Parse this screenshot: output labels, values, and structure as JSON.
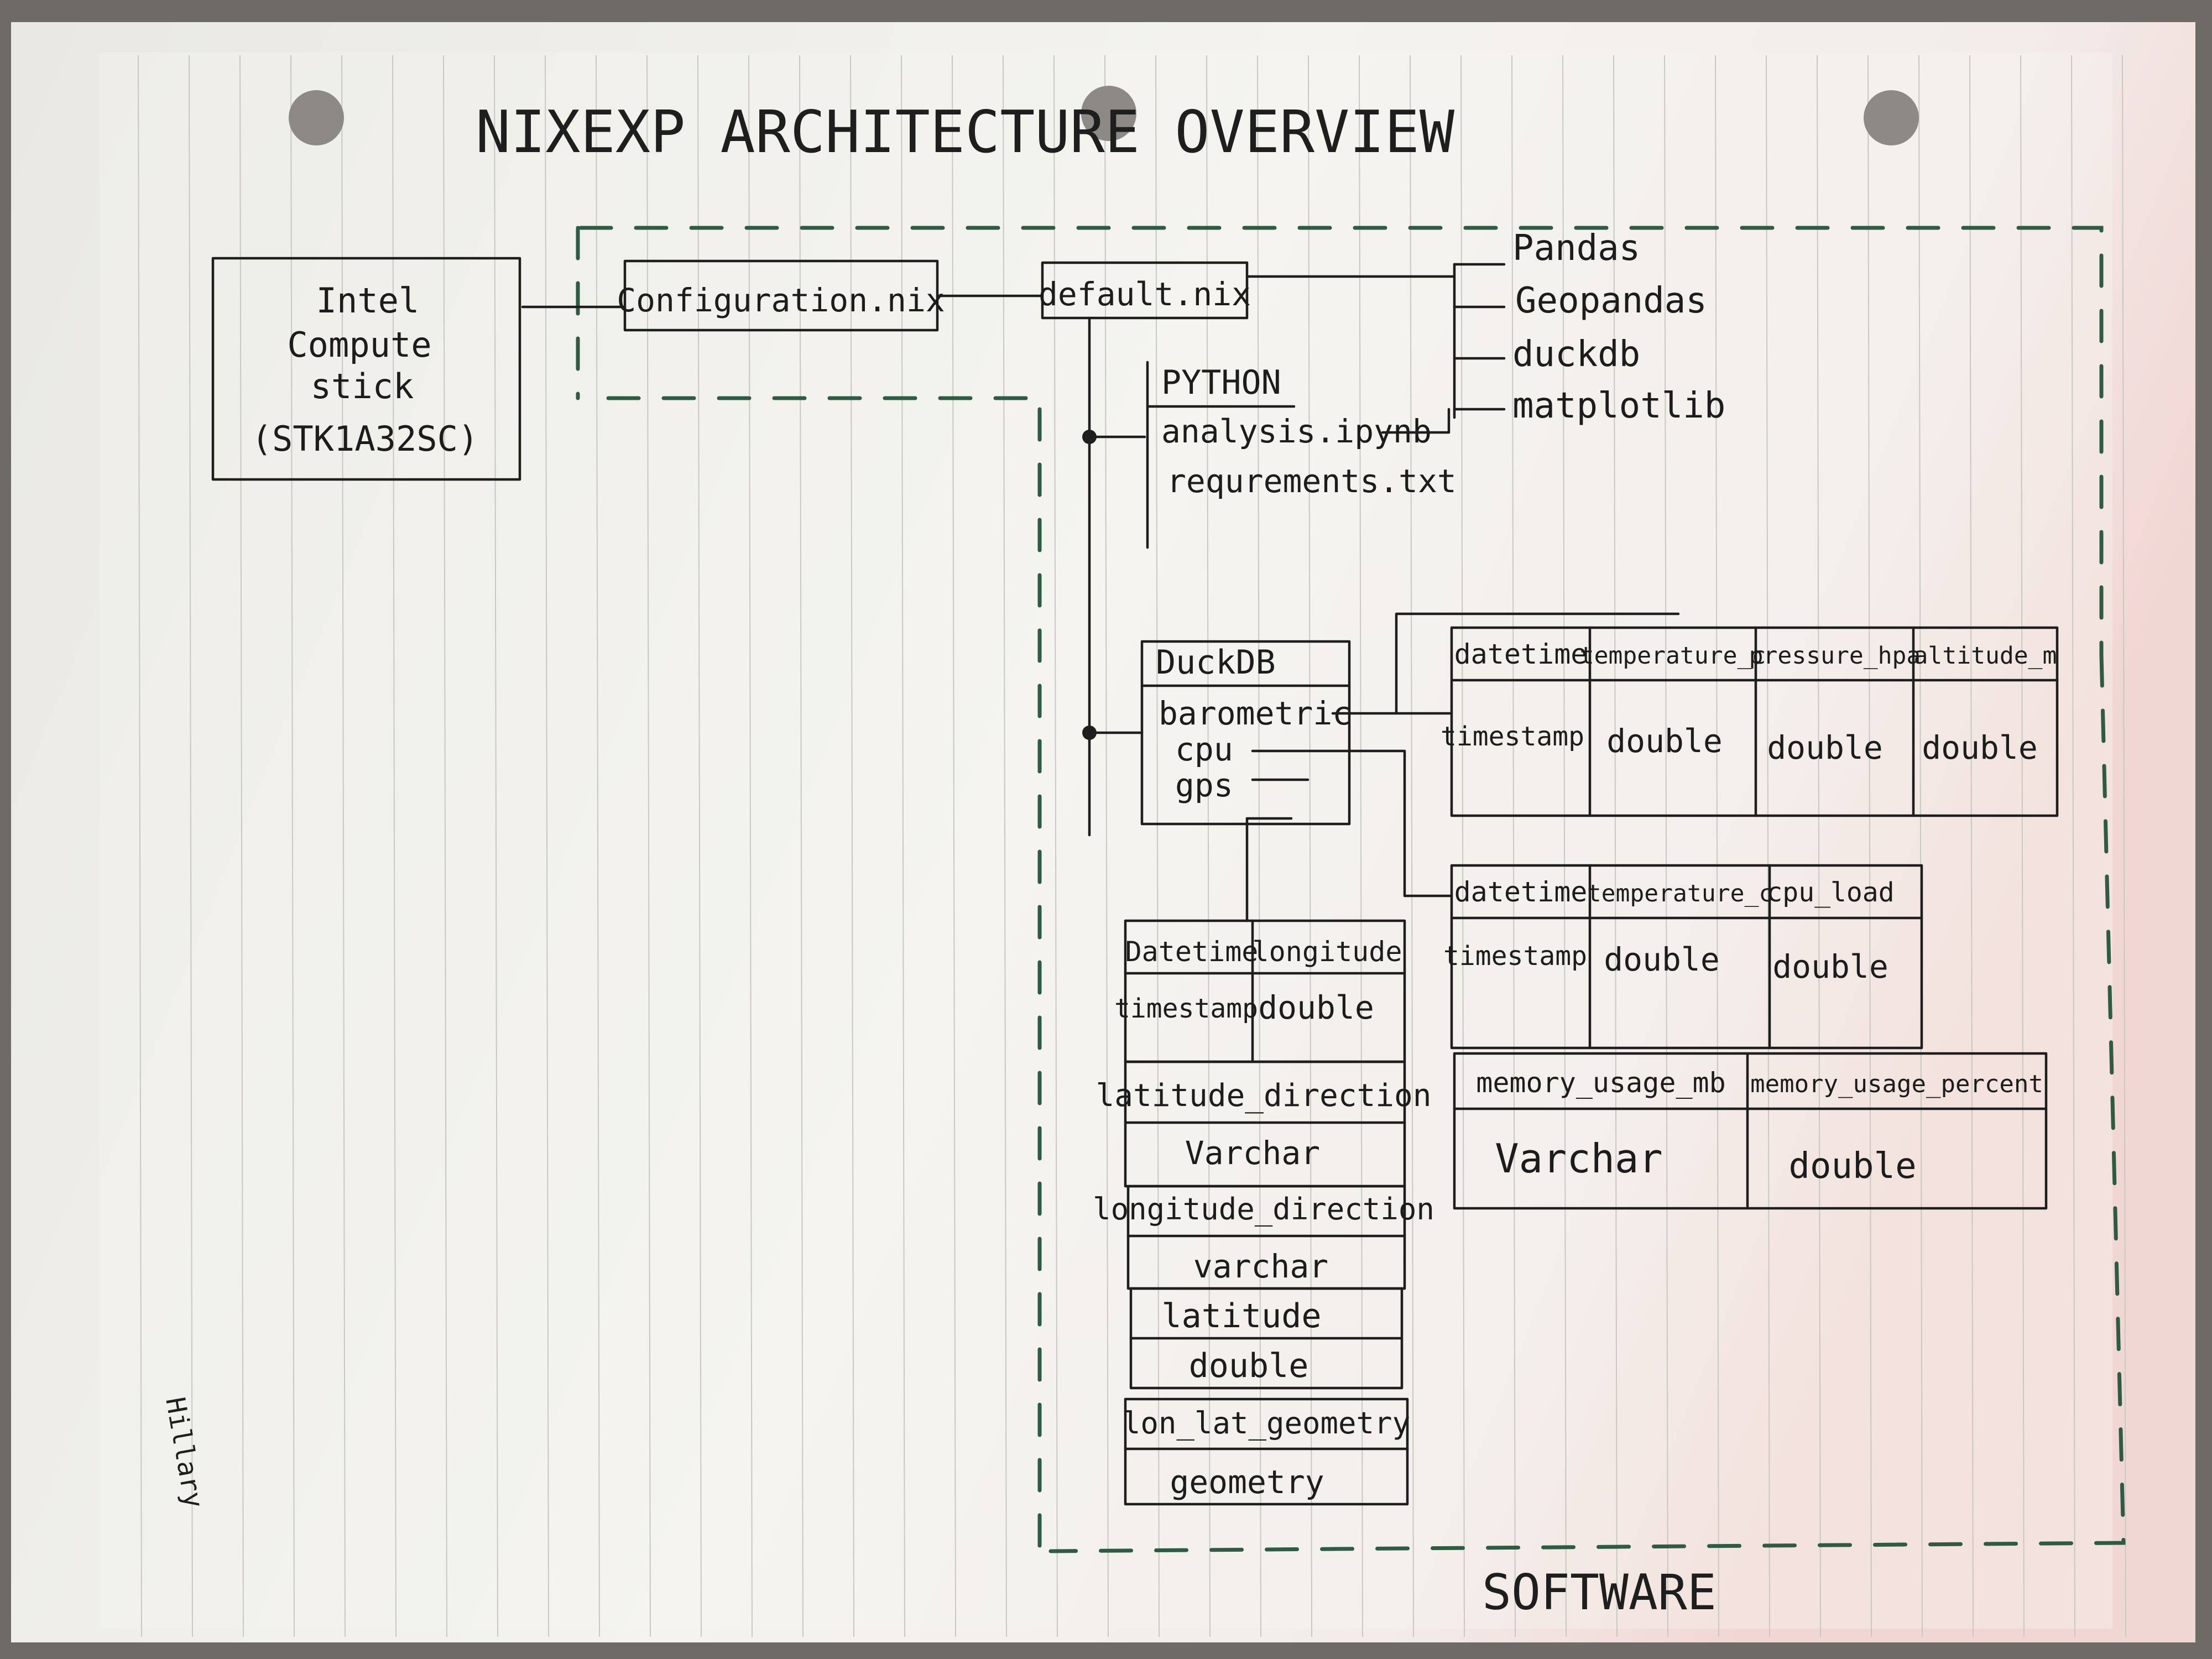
{
  "title": "NIXEXP ARCHITECTURE OVERVIEW",
  "hardware": {
    "lines": [
      "Intel",
      "Compute",
      "stick",
      "(STK1A32SC)"
    ]
  },
  "config_file": "Configuration.nix",
  "default_file": "default.nix",
  "libraries": [
    "Pandas",
    "Geopandas",
    "duckdb",
    "matplotlib"
  ],
  "python": {
    "header": "PYTHON",
    "files": [
      "analysis.ipynb",
      "requrements.txt"
    ]
  },
  "duckdb": {
    "header": "DuckDB",
    "tables": [
      "barometric",
      "cpu",
      "gps"
    ]
  },
  "barometric_table": {
    "columns": [
      "datetime",
      "temperature_c",
      "pressure_hpa",
      "altitude_m"
    ],
    "types": [
      "timestamp",
      "double",
      "double",
      "double"
    ]
  },
  "cpu_table": {
    "columns": [
      "datetime",
      "temperature_c",
      "cpu_load"
    ],
    "types": [
      "timestamp",
      "double",
      "double"
    ],
    "columns2": [
      "memory_usage_mb",
      "memory_usage_percent"
    ],
    "types2": [
      "Varchar",
      "double"
    ]
  },
  "gps_table": {
    "columns": [
      "Datetime",
      "longitude"
    ],
    "types": [
      "timestamp",
      "double"
    ],
    "rows": [
      {
        "name": "latitude_direction",
        "type": "Varchar"
      },
      {
        "name": "longitude_direction",
        "type": "varchar"
      },
      {
        "name": "latitude",
        "type": "double"
      },
      {
        "name": "lon_lat_geometry",
        "type": "geometry"
      }
    ]
  },
  "software_label": "SOFTWARE",
  "signature": "Hillary",
  "colors": {
    "ink": "#1e1e1e",
    "dashed_boundary": "#2f5a44",
    "paper": "#f3f2ee",
    "rule_lines": "#c9c8c2"
  }
}
